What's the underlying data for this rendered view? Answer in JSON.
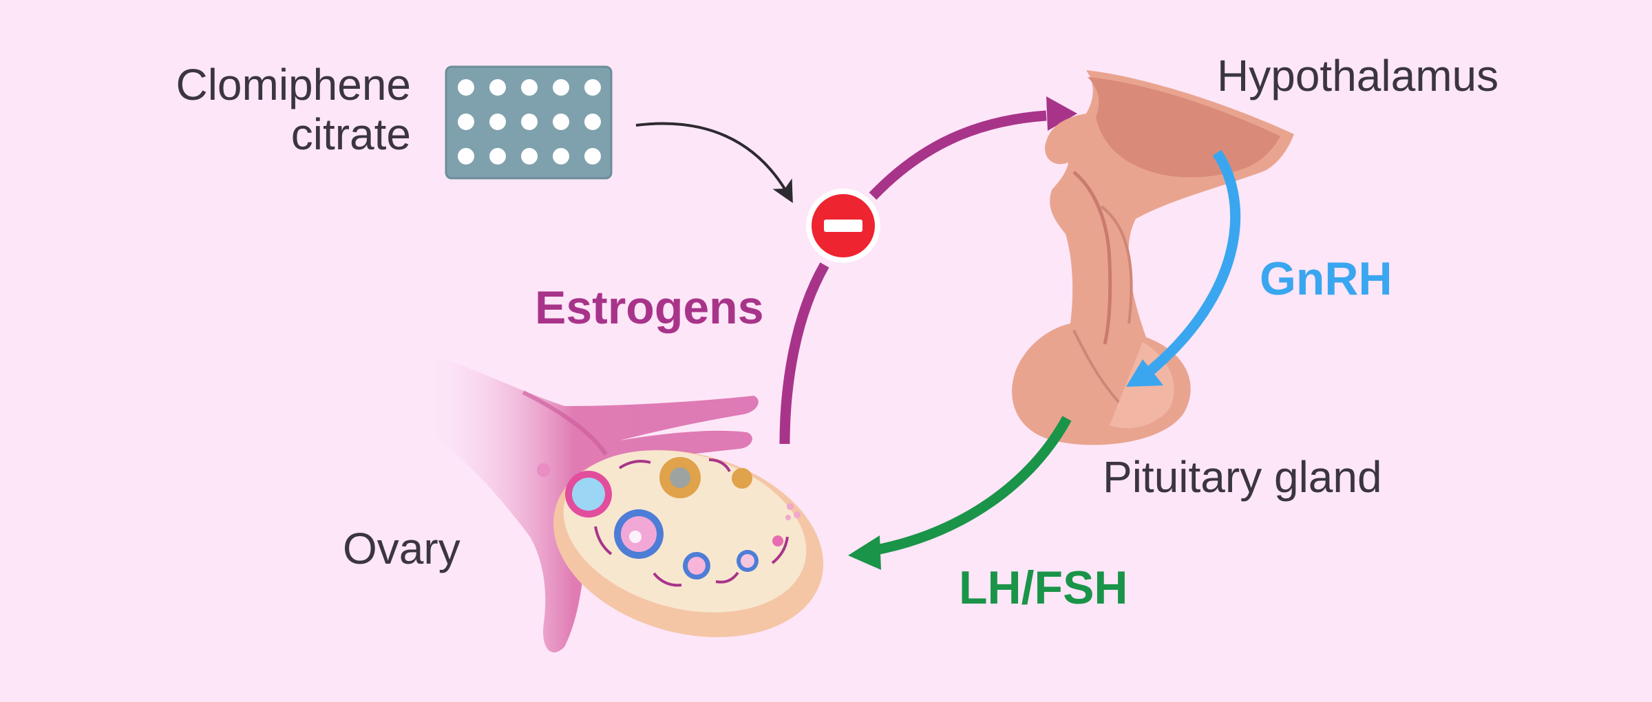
{
  "labels": {
    "drug_line1": "Clomiphene",
    "drug_line2": "citrate",
    "hypothalamus": "Hypothalamus",
    "pituitary": "Pituitary gland",
    "ovary": "Ovary"
  },
  "hormones": {
    "estrogens": "Estrogens",
    "gnrh": "GnRH",
    "lh_fsh": "LH/FSH"
  },
  "colors": {
    "background": "#fde6f8",
    "estrogen_arrow": "#a8348a",
    "gnrh_arrow": "#3aa6ef",
    "lh_fsh_arrow": "#1a9448",
    "inhibit_symbol": "#ee2430",
    "pill_pack": "#7fa1ad",
    "ovary_fill": "#f8e7cf",
    "tissue": "#e9a48f"
  },
  "icons": {
    "inhibition": "minus-circle-icon",
    "pill_pack": "pill-blister-icon"
  }
}
